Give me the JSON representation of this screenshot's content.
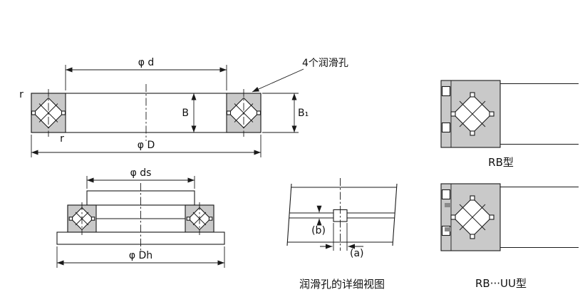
{
  "figure": {
    "title": "crossed-roller-bearing-dimension-diagram"
  },
  "colors": {
    "line": "#1a1a1a",
    "section_fill": "#c9c9c9",
    "background": "#ffffff"
  },
  "main_view": {
    "dim_inner_diameter": "φ d",
    "dim_outer_diameter": "φ D",
    "dim_width": "B",
    "dim_width_b1": "B₁",
    "fillet_top": "r",
    "fillet_bottom": "r",
    "lube_holes_note": "4个润滑孔"
  },
  "mounting_view": {
    "dim_shaft_step": "φ ds",
    "dim_housing_step": "φ Dh"
  },
  "lube_detail_view": {
    "dim_b": "(b)",
    "dim_a": "(a)",
    "caption": "润滑孔的详细视图"
  },
  "type_views": {
    "rb_caption": "RB型",
    "rb_uu_caption": "RB···UU型"
  }
}
